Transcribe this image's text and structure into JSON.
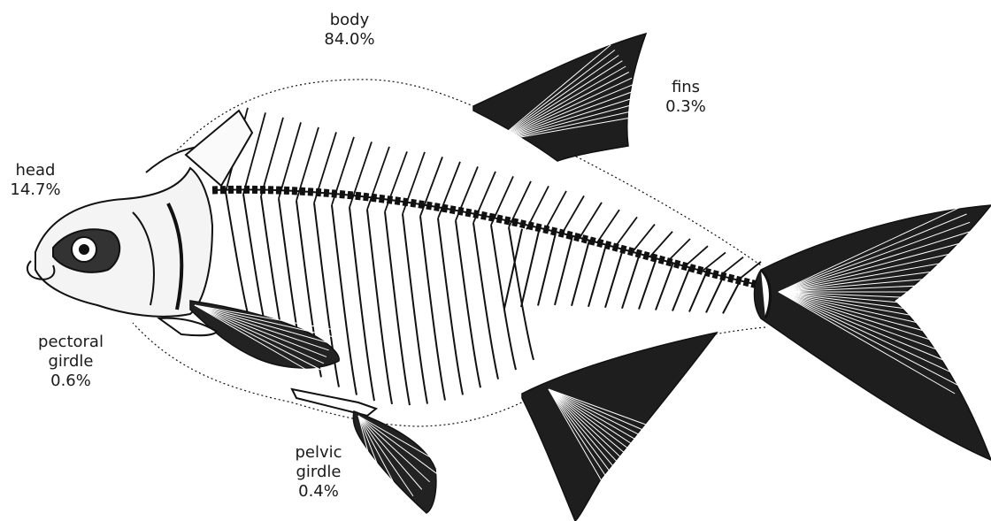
{
  "labels": {
    "body": {
      "name": "body",
      "percent": "84.0%"
    },
    "fins": {
      "name": "fins",
      "percent": "0.3%"
    },
    "head": {
      "name": "head",
      "percent": "14.7%"
    },
    "pectoral_girdle": {
      "line1": "pectoral",
      "line2": "girdle",
      "percent": "0.6%"
    },
    "pelvic_girdle": {
      "line1": "pelvic",
      "line2": "girdle",
      "percent": "0.4%"
    }
  },
  "colors": {
    "ink": "#111111",
    "paper": "#ffffff",
    "text": "#1a1a1a"
  }
}
